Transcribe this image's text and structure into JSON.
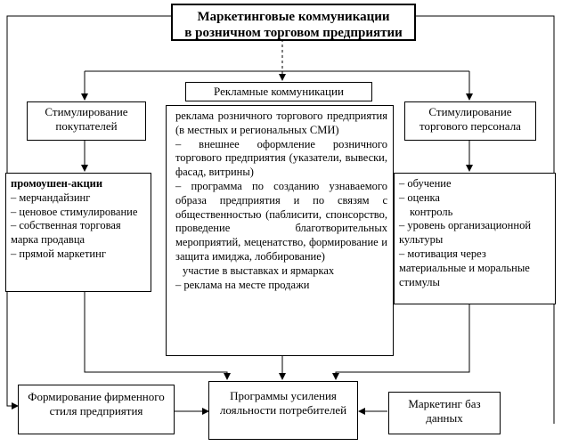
{
  "title": {
    "line1": "Маркетинговые коммуникации",
    "line2": "в розничном торговом предприятии"
  },
  "advertising": {
    "label": "Рекламные коммуникации",
    "items": [
      "реклама розничного торгового предприятия (в местных и региональных СМИ)",
      "– внешнее оформление розничного торгового предприятия (указатели, вывески, фасад, витрины)",
      "– программа по созданию узнаваемого образа предприятия и по связям с общественностью (паблисити, спонсорство, проведение благотворительных мероприятий, меценатство, формирование и защита имиджа, лоббирование)",
      "участие в выставках и ярмарках",
      "– реклама на месте продажи"
    ]
  },
  "buyers": {
    "label": "Стимулирование покупателей",
    "heading": "промоушен-акции",
    "items": [
      "– мерчандайзинг",
      "– ценовое стимулирование",
      "– собственная торговая марка продавца",
      "– прямой маркетинг"
    ]
  },
  "staff": {
    "label": "Стимулирование торгового персонала",
    "items": [
      "– обучение",
      "– оценка",
      "контроль",
      "– уровень организационной культуры",
      "– мотивация через материальные и моральные стимулы"
    ]
  },
  "bottom": {
    "identity": "Формирование фирменного стиля предприятия",
    "loyalty": "Программы усиления лояльности потребителей",
    "database": "Маркетинг баз данных"
  }
}
